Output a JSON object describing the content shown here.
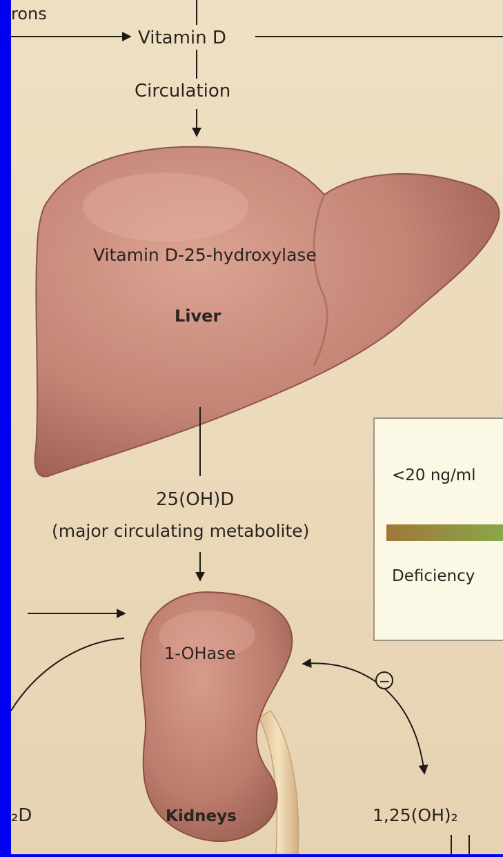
{
  "labels": {
    "top_left": "rons",
    "vitamin_d": "Vitamin D",
    "circulation": "Circulation",
    "enzyme_liver": "Vitamin D-25-hydroxylase",
    "liver": "Liver",
    "metabolite": "25(OH)D",
    "metabolite_note": "(major circulating metabolite)",
    "enzyme_kidney": "1-OHase",
    "kidneys": "Kidneys",
    "left_edge": "₂D",
    "right_edge": "1,25(OH)₂",
    "inhibit_symbol": "−"
  },
  "status_box": {
    "threshold": "<20 ng/ml",
    "status": "Deficiency"
  },
  "colors": {
    "frame": "#0000f0",
    "background": "#ecdcbd",
    "organ": "#c98a7c",
    "organ_dark": "#9f5e52",
    "box_bg": "#fbf9e6",
    "bar_start": "#9c7a38",
    "bar_end": "#8aa84c"
  }
}
